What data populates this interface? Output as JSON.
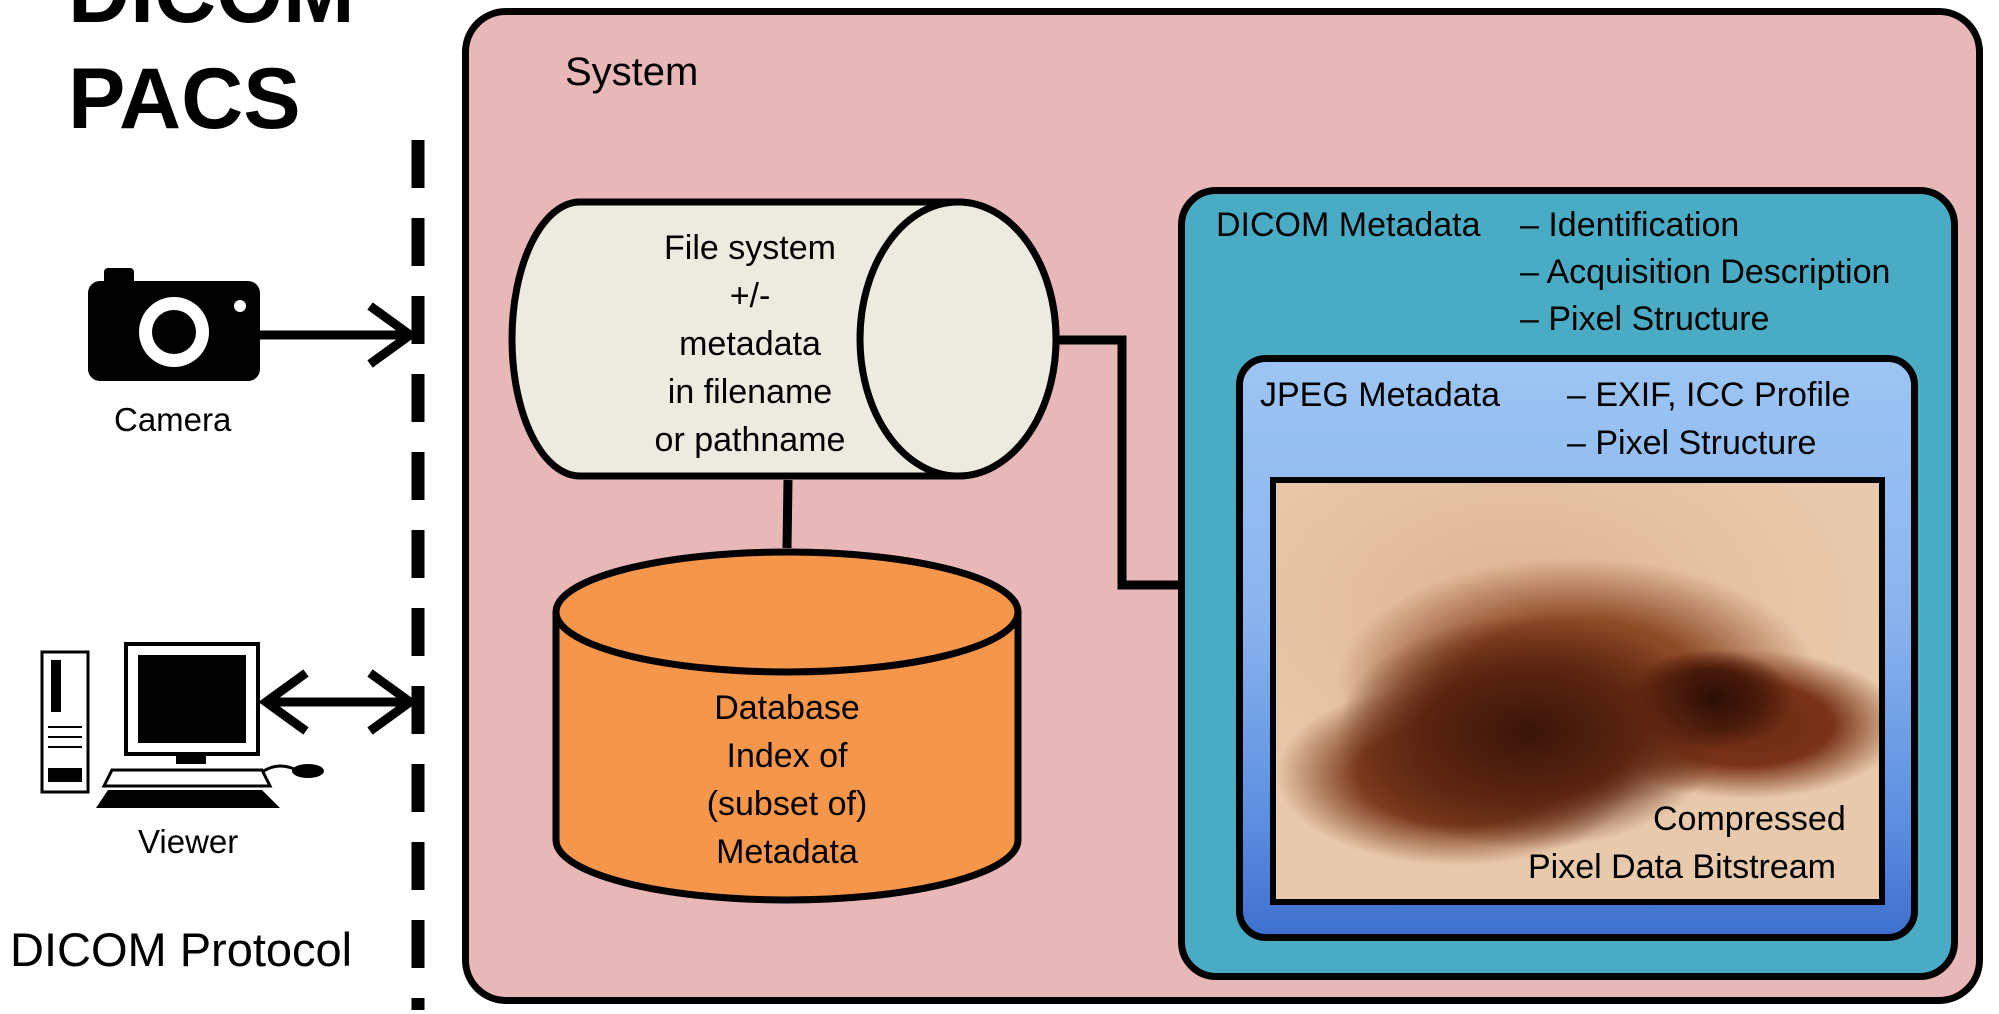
{
  "pacs_heading": {
    "line1": "DICOM",
    "line2": "PACS"
  },
  "system": {
    "label": "System"
  },
  "left_side": {
    "camera_label": "Camera",
    "viewer_label": "Viewer",
    "protocol_label": "DICOM Protocol"
  },
  "file_system": {
    "lines": [
      "File system",
      "+/-",
      "metadata",
      "in filename",
      "or pathname"
    ]
  },
  "database": {
    "lines": [
      "Database",
      "Index of",
      "(subset of)",
      "Metadata"
    ]
  },
  "dicom_metadata": {
    "title": "DICOM Metadata",
    "items": [
      "– Identification",
      "– Acquisition Description",
      "– Pixel Structure"
    ]
  },
  "jpeg_metadata": {
    "title": "JPEG Metadata",
    "items": [
      "– EXIF, ICC Profile",
      "– Pixel Structure"
    ]
  },
  "pixel_data": {
    "lines": [
      "Compressed",
      "Pixel Data Bitstream"
    ]
  },
  "colors": {
    "system_fill": "#e8b7b7",
    "dicom_fill": "#4aabc4",
    "jpeg_fill": "#9cc5f3",
    "file_cylinder_fill": "#edeae0",
    "database_fill": "#f5964a"
  },
  "icons": [
    "camera-icon",
    "computer-icon",
    "file-system-cylinder",
    "database-cylinder",
    "skin-lesion-image"
  ]
}
